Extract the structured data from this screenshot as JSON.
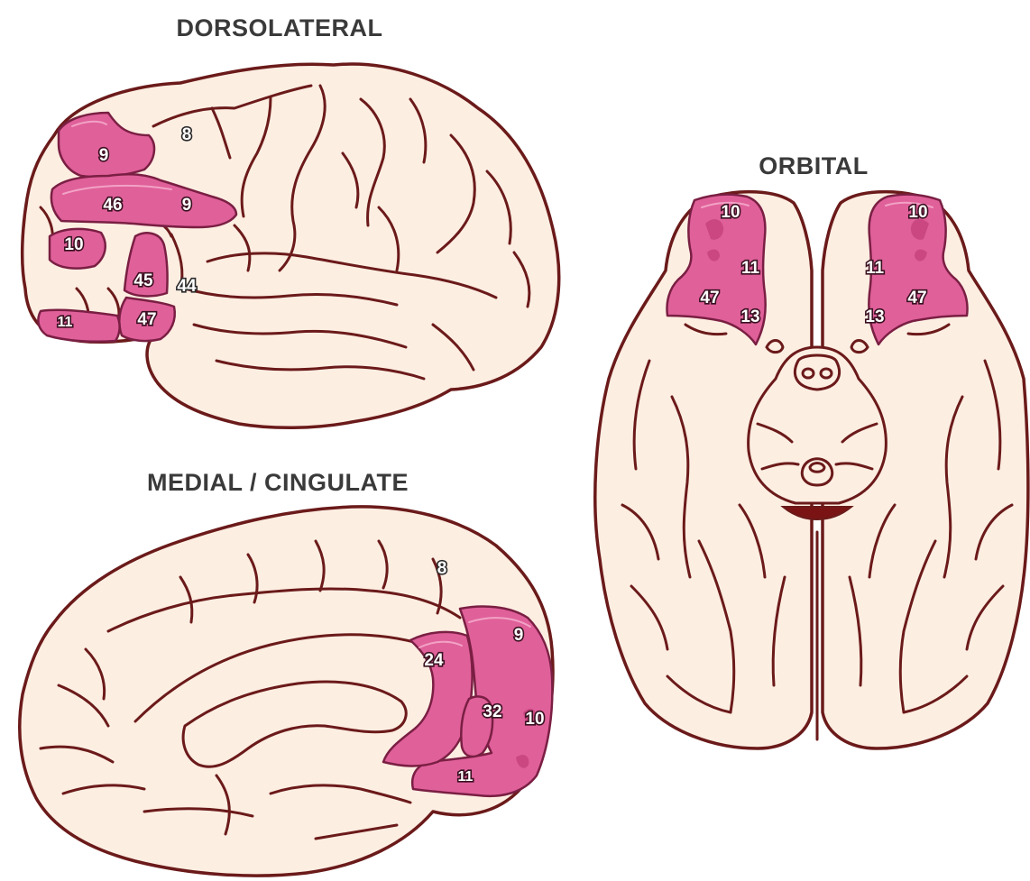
{
  "titles": {
    "dorsolateral": "DORSOLATERAL",
    "orbital": "ORBITAL",
    "medial": "MEDIAL / CINGULATE"
  },
  "colors": {
    "brain": "#fdeee2",
    "outline": "#6b1a1a",
    "highlight": "#e0609a",
    "title_text": "#3a3a3a"
  },
  "dorsolateral": {
    "areas": [
      "9",
      "46",
      "9",
      "10",
      "45",
      "47",
      "11"
    ],
    "plain_labels": [
      "8",
      "44"
    ]
  },
  "orbital": {
    "left_areas": [
      "10",
      "11",
      "47",
      "13"
    ],
    "right_areas": [
      "10",
      "11",
      "47",
      "13"
    ]
  },
  "medial": {
    "areas": [
      "24",
      "9",
      "32",
      "10",
      "11"
    ],
    "plain_labels": [
      "8"
    ]
  }
}
